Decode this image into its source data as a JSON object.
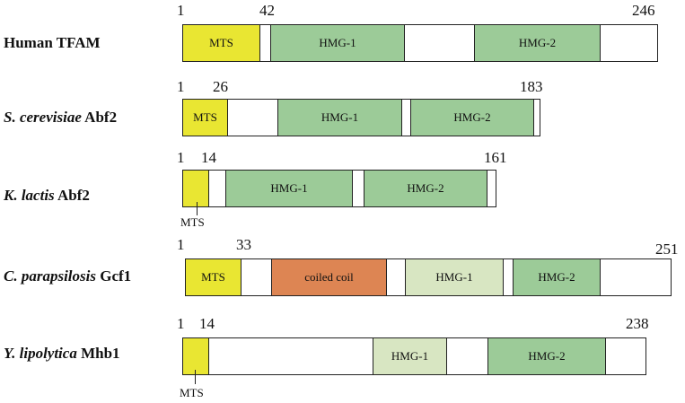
{
  "proteins": [
    {
      "species": "",
      "protein": "Human TFAM",
      "start": "1",
      "mts_end": "42",
      "end": "246",
      "segments": [
        {
          "label": "MTS"
        },
        {
          "label": "HMG-1"
        },
        {
          "label": "HMG-2"
        }
      ]
    },
    {
      "species": "S. cerevisiae",
      "protein": "Abf2",
      "start": "1",
      "mts_end": "26",
      "end": "183",
      "segments": [
        {
          "label": "MTS"
        },
        {
          "label": "HMG-1"
        },
        {
          "label": "HMG-2"
        }
      ]
    },
    {
      "species": "K. lactis",
      "protein": "Abf2",
      "start": "1",
      "mts_end": "14",
      "end": "161",
      "segments": [
        {
          "label": "HMG-1"
        },
        {
          "label": "HMG-2"
        }
      ],
      "mts_below": "MTS"
    },
    {
      "species": "C. parapsilosis",
      "protein": "Gcf1",
      "start": "1",
      "mts_end": "33",
      "end": "251",
      "segments": [
        {
          "label": "MTS"
        },
        {
          "label": "coiled coil"
        },
        {
          "label": "HMG-1"
        },
        {
          "label": "HMG-2"
        }
      ]
    },
    {
      "species": "Y. lipolytica",
      "protein": "Mhb1",
      "start": "1",
      "mts_end": "14",
      "end": "238",
      "segments": [
        {
          "label": "HMG-1"
        },
        {
          "label": "HMG-2"
        }
      ],
      "mts_below": "MTS"
    }
  ]
}
